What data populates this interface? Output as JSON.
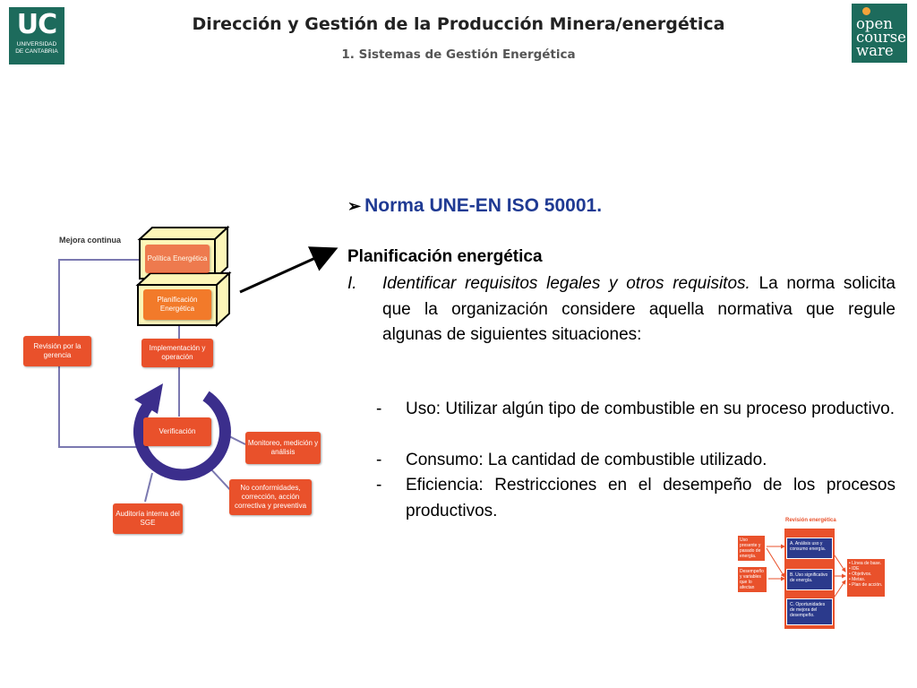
{
  "header": {
    "title": "Dirección y Gestión de la Producción Minera/energética",
    "subtitle": "1. Sistemas de Gestión Energética",
    "uc_logo": {
      "letters": "UC",
      "line1": "UNIVERSIDAD",
      "line2": "DE CANTABRIA"
    },
    "ocw_logo": {
      "line1": "open",
      "line2": "course",
      "line3": "ware"
    }
  },
  "content": {
    "heading_bullet_icon": "chevron-right-icon",
    "heading": "Norma UNE-EN ISO 50001.",
    "section_title": "Planificación energética",
    "item_number": "I.",
    "item_italic": "Identificar requisitos legales y otros requisitos.",
    "item_text": " La norma solicita que la organización considere aquella normativa que regule algunas de siguientes situaciones:",
    "bullets": [
      {
        "dash": "-",
        "text": "Uso: Utilizar algún tipo de combustible en su proceso productivo."
      },
      {
        "dash": "-",
        "text": "Consumo: La cantidad de combustible utilizado."
      },
      {
        "dash": "-",
        "text": "Eficiencia: Restricciones en el desempeño de los procesos productivos."
      }
    ]
  },
  "diagram": {
    "mejora": "Mejora continua",
    "politica": "Política Energética",
    "planificacion": "Planificación Energética",
    "implementacion": "Implementación y operación",
    "revision": "Revisión por la gerencia",
    "verificacion": "Verificación",
    "monitoreo": "Monitoreo, medición y análisis",
    "no_conformidades": "No conformidades, corrección, acción correctiva y preventiva",
    "auditoria": "Auditoría interna del SGE",
    "colors": {
      "orange": "#e9512b",
      "purple": "#3b2e8c",
      "highlight": "#fdf6b8"
    }
  },
  "mini_diagram": {
    "title": "Revisión energética",
    "left_boxes": [
      "Uso presente y pasado de energía.",
      "Desempeño y variables que lo afectan"
    ],
    "blue_boxes": [
      "A. Análisis uso y consumo energía.",
      "B. Uso significativo de energía.",
      "C. Oportunidades de mejora del desempeño."
    ],
    "outputs": [
      "• Línea de base.",
      "• IDE",
      "• Objetivos.",
      "• Metas.",
      "• Plan de acción."
    ]
  }
}
